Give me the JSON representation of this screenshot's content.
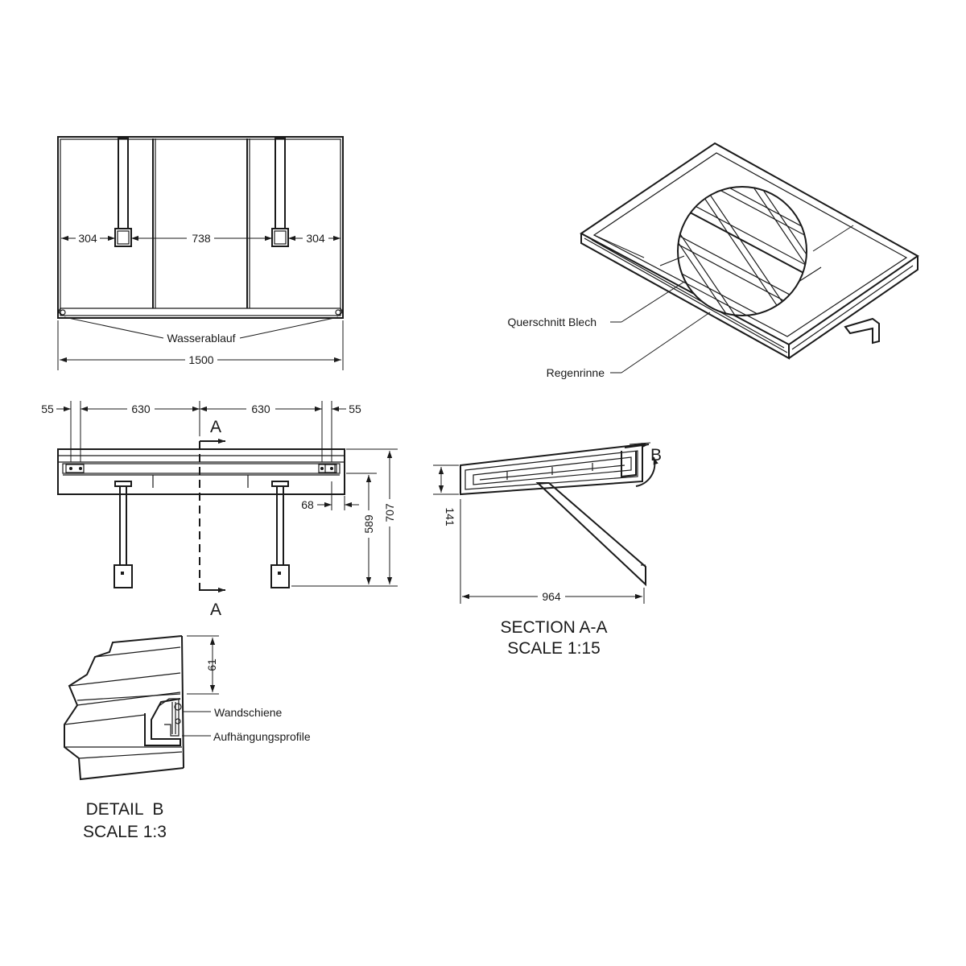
{
  "top_view": {
    "dims": {
      "left": "304",
      "center": "738",
      "right": "304",
      "total": "1500"
    },
    "labels": {
      "drain": "Wasserablauf"
    }
  },
  "iso_view": {
    "labels": {
      "cross_section": "Querschnitt Blech",
      "gutter": "Regenrinne"
    }
  },
  "front_view": {
    "dims": {
      "edge_left": "55",
      "span_left": "630",
      "span_right": "630",
      "edge_right": "55",
      "offset": "68",
      "height_inner": "589",
      "height_total": "707"
    },
    "section_marks": {
      "top": "A",
      "bottom": "A"
    }
  },
  "section_view": {
    "dims": {
      "depth": "964",
      "thickness": "141"
    },
    "detail_mark": "B",
    "title_line1": "SECTION A-A",
    "title_line2": "SCALE 1:15"
  },
  "detail_view": {
    "dims": {
      "height": "61"
    },
    "labels": {
      "wall_rail": "Wandschiene",
      "hanger_profile": "Aufhängungsprofile"
    },
    "title_line1": "DETAIL  B",
    "title_line2": "SCALE 1:3"
  }
}
